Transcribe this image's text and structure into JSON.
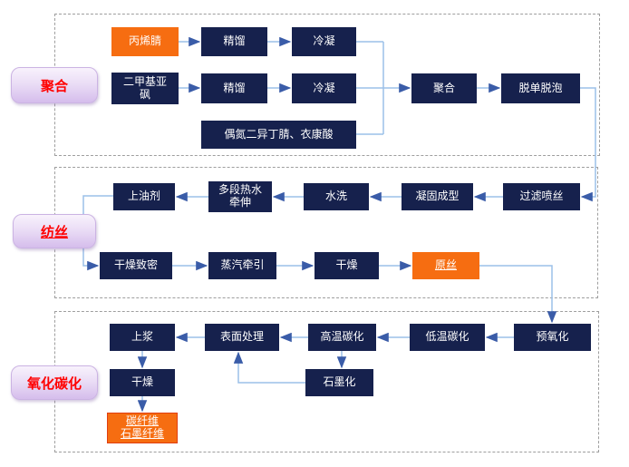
{
  "stages": [
    {
      "label": "聚合"
    },
    {
      "label": "纺丝"
    },
    {
      "label": "氧化碳化"
    }
  ],
  "nodes": {
    "acrylonitrile": {
      "label": "丙烯腈"
    },
    "distillation1": {
      "label": "精馏"
    },
    "condensation1": {
      "label": "冷凝"
    },
    "dmso": {
      "label": "二甲基亚\n砜"
    },
    "distillation2": {
      "label": "精馏"
    },
    "condensation2": {
      "label": "冷凝"
    },
    "initiator": {
      "label": "偶氮二异丁腈、衣康酸"
    },
    "polymerization": {
      "label": "聚合"
    },
    "demonomer_defoam": {
      "label": "脱单脱泡"
    },
    "filter_spinneret": {
      "label": "过滤喷丝"
    },
    "coagulation": {
      "label": "凝固成型"
    },
    "washing": {
      "label": "水洗"
    },
    "hot_water_stretch": {
      "label": "多段热水\n牵伸"
    },
    "oiling": {
      "label": "上油剂"
    },
    "dry_densify": {
      "label": "干燥致密"
    },
    "steam_draw": {
      "label": "蒸汽牵引"
    },
    "drying_spinning": {
      "label": "干燥"
    },
    "precursor": {
      "label": "原丝"
    },
    "preoxidation": {
      "label": "预氧化"
    },
    "low_temp_carbonization": {
      "label": "低温碳化"
    },
    "high_temp_carbonization": {
      "label": "高温碳化"
    },
    "surface_treatment": {
      "label": "表面处理"
    },
    "sizing": {
      "label": "上浆"
    },
    "graphitization": {
      "label": "石墨化"
    },
    "drying_oxidation": {
      "label": "干燥"
    },
    "final_fiber": {
      "label": "碳纤维\n石墨纤维"
    }
  },
  "colors": {
    "node_navy": "#16214d",
    "node_orange": "#f66d11",
    "stage_text": "#ff0000",
    "connector_line": "#9cc0e8",
    "connector_arrow": "#3a5ca8",
    "section_border": "#9e9e9e"
  }
}
